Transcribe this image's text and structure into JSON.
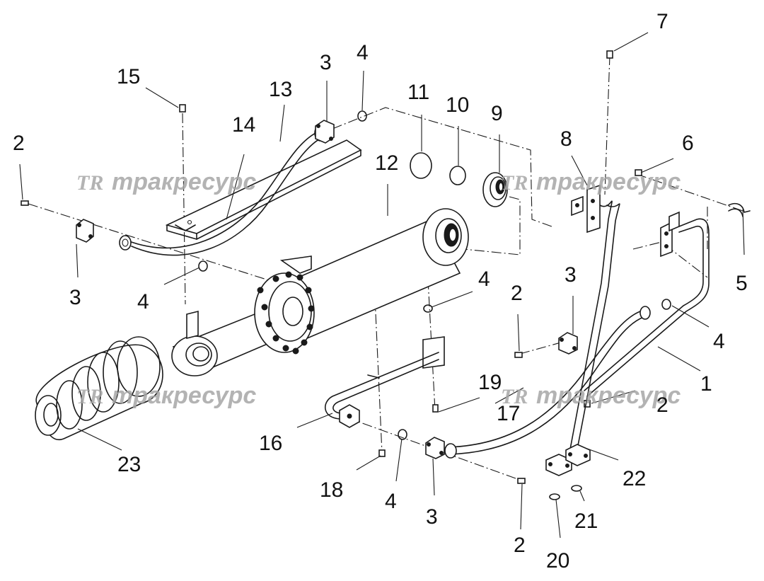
{
  "watermark": {
    "logo": "TR",
    "text": "тракресурс"
  },
  "callouts": {
    "c1": "1",
    "c2a": "2",
    "c2b": "2",
    "c2c": "2",
    "c3a": "3",
    "c3b": "3",
    "c3c": "3",
    "c3d": "3",
    "c4a": "4",
    "c4b": "4",
    "c4c": "4",
    "c4d": "4",
    "c4e": "4",
    "c5": "5",
    "c6": "6",
    "c7": "7",
    "c8": "8",
    "c9": "9",
    "c10": "10",
    "c11": "11",
    "c12": "12",
    "c13": "13",
    "c14": "14",
    "c15": "15",
    "c16": "16",
    "c17": "17",
    "c18": "18",
    "c19": "19",
    "c20": "20",
    "c21": "21",
    "c22": "22",
    "c23": "23"
  }
}
